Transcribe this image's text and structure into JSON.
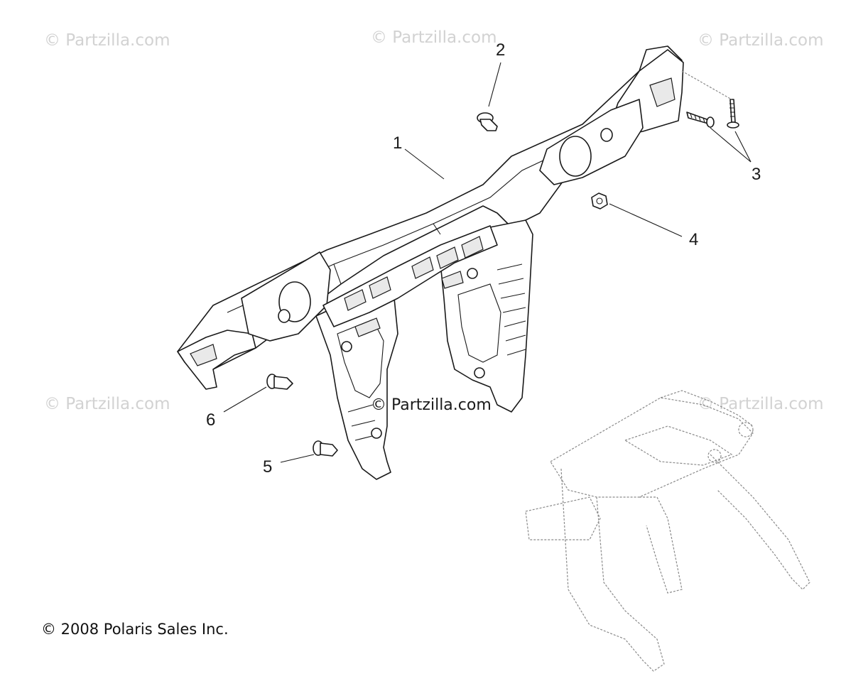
{
  "watermarks": [
    "© Partzilla.com",
    "© Partzilla.com",
    "© Partzilla.com",
    "© Partzilla.com",
    "© Partzilla.com"
  ],
  "center_watermark": "© Partzilla.com",
  "callouts": [
    "1",
    "2",
    "3",
    "4",
    "5",
    "6"
  ],
  "copyright": "© 2008 Polaris Sales Inc."
}
